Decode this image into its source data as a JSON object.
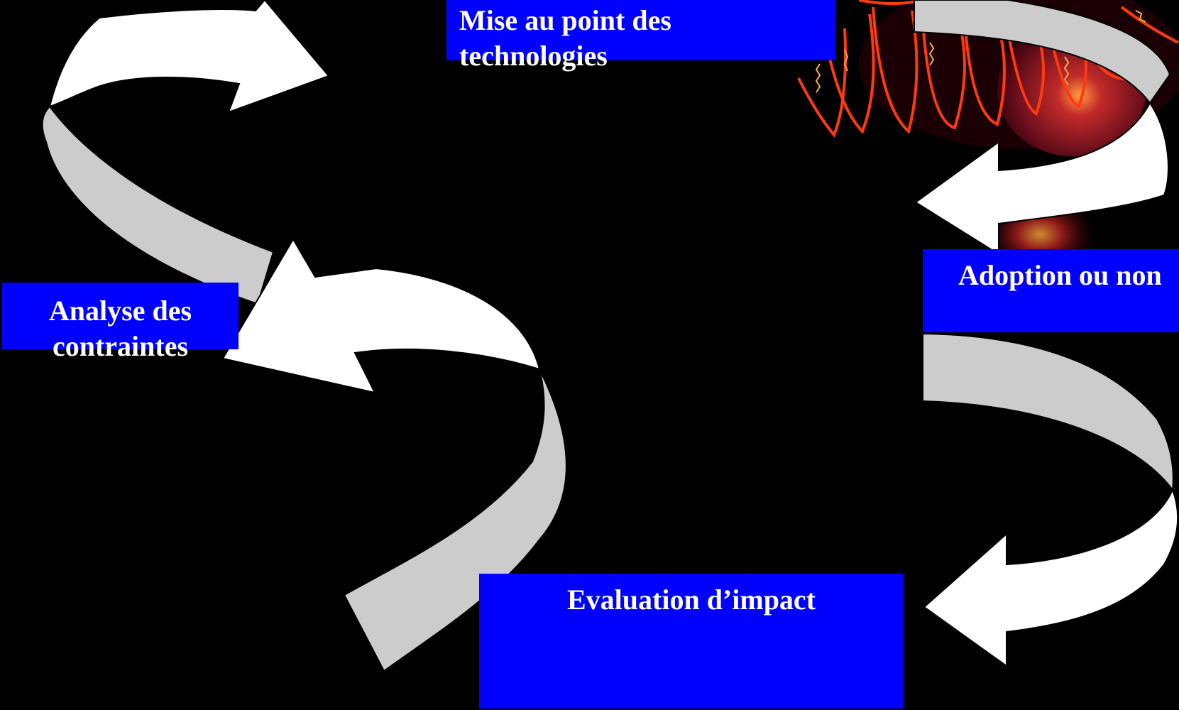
{
  "diagram": {
    "type": "cycle",
    "background_color": "#000000",
    "box_color": "#0000ff",
    "text_color": "#ffffff",
    "arrow_fill_front": "#ffffff",
    "arrow_fill_back": "#cccccc",
    "decoration": "glowing-red-orb-with-orange-filaments",
    "steps": {
      "mise": {
        "line1": "Mise au point des",
        "line2": "technologies"
      },
      "analyse": {
        "line1": "Analyse des",
        "line2": "contraintes"
      },
      "adoption": {
        "line1": "Adoption ou non"
      },
      "evaluation": {
        "line1": "Evaluation d’impact"
      }
    }
  }
}
